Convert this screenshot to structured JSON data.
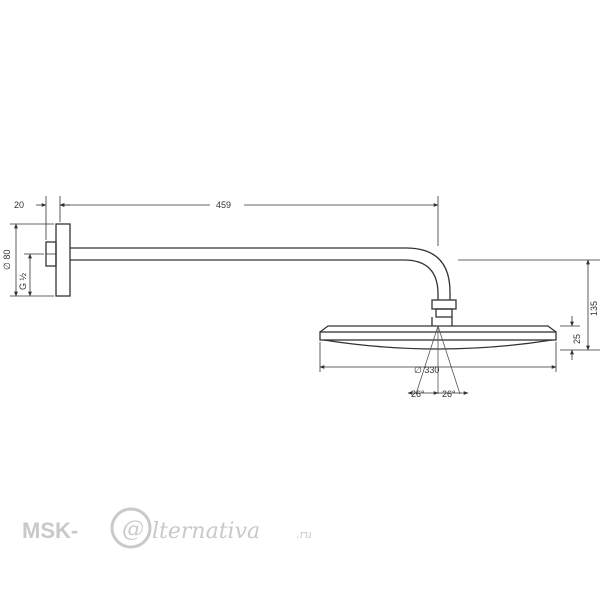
{
  "drawing": {
    "dimensions": {
      "plate_depth": "20",
      "arm_length": "459",
      "plate_diameter": "∅ 80",
      "small_dim": "G ½",
      "height": "135",
      "head_height": "25",
      "head_diameter": "∅ 330",
      "angle_left": "26°",
      "angle_right": "26°"
    }
  },
  "watermark": {
    "prefix": "MSK-",
    "at_symbol": "@",
    "rest": "lternativa",
    "suffix": ".ru"
  },
  "colors": {
    "line": "#333333",
    "watermark": "#c9c9c9"
  }
}
